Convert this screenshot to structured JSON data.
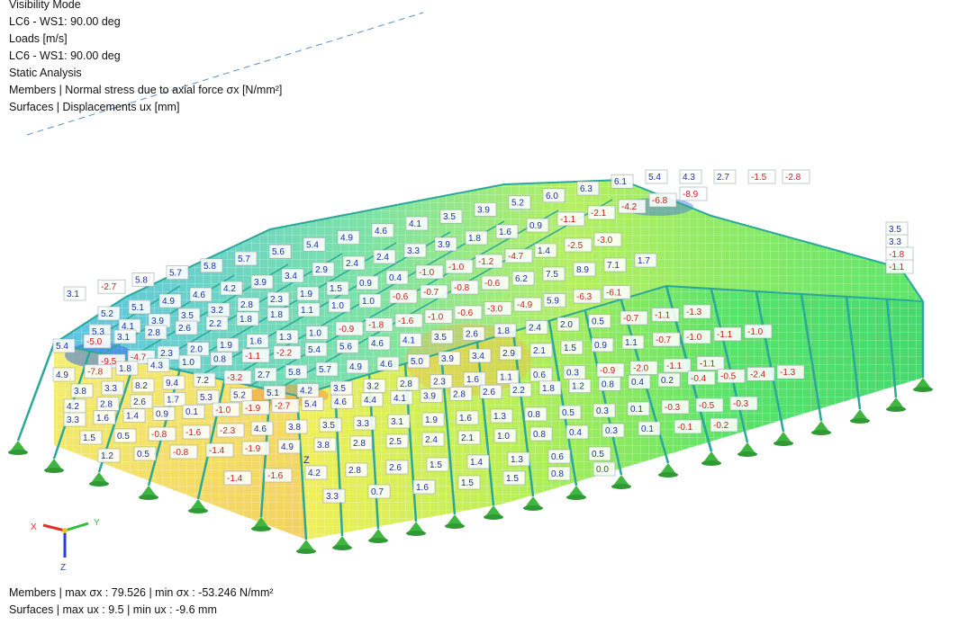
{
  "header": {
    "lines": [
      "Visibility Mode",
      "LC6 - WS1: 90.00 deg",
      "Loads [m/s]",
      "LC6 - WS1: 90.00 deg",
      "Static Analysis",
      "Members | Normal stress due to axial force σx [N/mm²]",
      "Surfaces | Displacements ux [mm]"
    ]
  },
  "footer": {
    "lines": [
      "Members | max σx : 79.526 | min σx : -53.246 N/mm²",
      "Surfaces | max ux : 9.5 | min ux : -9.6 mm"
    ]
  },
  "axes": {
    "x": "X",
    "y": "Y",
    "z": "Z"
  },
  "model_label": "Z",
  "colors": {
    "positive": "#1a2fa8",
    "negative": "#c81e1e",
    "zero": "#2e5f2e",
    "support": "#3fb63f",
    "member": "#2aa89a",
    "surface_green": "#58e36a",
    "surface_yellow": "#f2ef5a",
    "surface_blue": "#3a6fe6"
  },
  "value_labels": [
    "3.1",
    "-2.7",
    "5.8",
    "5.7",
    "5.8",
    "5.7",
    "5.6",
    "5.4",
    "4.9",
    "4.6",
    "4.1",
    "3.5",
    "3.9",
    "5.2",
    "6.0",
    "6.3",
    "6.1",
    "5.4",
    "4.3",
    "2.7",
    "-1.5",
    "-2.8",
    "5.2",
    "5.1",
    "4.9",
    "4.6",
    "4.2",
    "3.9",
    "3.4",
    "2.9",
    "2.4",
    "2.4",
    "3.3",
    "3.9",
    "1.8",
    "1.6",
    "0.9",
    "-1.1",
    "-2.1",
    "-4.2",
    "-6.8",
    "-8.9",
    "5.3",
    "4.1",
    "3.9",
    "3.5",
    "3.2",
    "2.8",
    "2.3",
    "1.9",
    "1.5",
    "0.9",
    "0.4",
    "-1.0",
    "-1.0",
    "-1.2",
    "-4.7",
    "1.4",
    "-2.5",
    "-3.0",
    "5.4",
    "-5.0",
    "3.1",
    "2.8",
    "2.6",
    "2.2",
    "1.8",
    "1.8",
    "1.1",
    "1.0",
    "1.0",
    "-0.6",
    "-0.7",
    "-0.8",
    "-0.6",
    "6.2",
    "7.5",
    "8.9",
    "7.1",
    "1.7",
    "-9.5",
    "-4.7",
    "2.3",
    "2.0",
    "1.9",
    "1.6",
    "1.3",
    "1.0",
    "-0.9",
    "-1.8",
    "-1.6",
    "-1.0",
    "-0.6",
    "-3.0",
    "-4.9",
    "5.9",
    "-6.3",
    "-6.1",
    "4.9",
    "-7.8",
    "1.8",
    "4.3",
    "1.0",
    "0.8",
    "-1.1",
    "-2.2",
    "5.4",
    "5.6",
    "4.6",
    "4.1",
    "3.5",
    "2.6",
    "1.8",
    "2.4",
    "2.0",
    "0.5",
    "-0.7",
    "-1.1",
    "-1.3",
    "3.8",
    "3.3",
    "8.2",
    "9.4",
    "7.2",
    "-3.2",
    "2.7",
    "5.8",
    "5.7",
    "4.9",
    "4.6",
    "5.0",
    "3.9",
    "3.4",
    "2.9",
    "2.1",
    "1.5",
    "0.9",
    "1.1",
    "-0.7",
    "-1.0",
    "-1.1",
    "-1.0",
    "4.2",
    "2.8",
    "2.6",
    "1.7",
    "5.3",
    "5.2",
    "5.1",
    "4.2",
    "3.5",
    "3.2",
    "2.8",
    "2.3",
    "1.6",
    "1.1",
    "0.6",
    "0.3",
    "-0.9",
    "-2.0",
    "-1.1",
    "-1.1",
    "3.3",
    "1.6",
    "1.4",
    "0.9",
    "0.1",
    "-1.0",
    "-1.9",
    "-2.7",
    "5.4",
    "4.6",
    "4.4",
    "4.1",
    "3.9",
    "2.8",
    "2.6",
    "2.2",
    "1.8",
    "1.2",
    "0.8",
    "0.4",
    "0.2",
    "-0.4",
    "-0.5",
    "-2.4",
    "-1.3",
    "1.5",
    "0.5",
    "-0.8",
    "-1.6",
    "-2.3",
    "4.6",
    "3.8",
    "3.5",
    "3.3",
    "3.1",
    "1.9",
    "1.6",
    "1.3",
    "0.8",
    "0.5",
    "0.3",
    "0.1",
    "-0.3",
    "-0.5",
    "-0.3",
    "1.2",
    "0.5",
    "-0.8",
    "-1.4",
    "-1.9",
    "4.9",
    "3.8",
    "2.8",
    "2.5",
    "2.4",
    "2.1",
    "1.0",
    "0.8",
    "0.4",
    "0.3",
    "0.1",
    "-0.1",
    "-0.2",
    "-1.4",
    "-1.6",
    "4.2",
    "2.8",
    "2.6",
    "1.5",
    "1.4",
    "1.3",
    "0.6",
    "0.5",
    "3.3",
    "0.7",
    "1.6",
    "1.5",
    "1.5",
    "0.8",
    "0.0",
    "3.5",
    "3.3",
    "-1.8",
    "-1.1"
  ]
}
